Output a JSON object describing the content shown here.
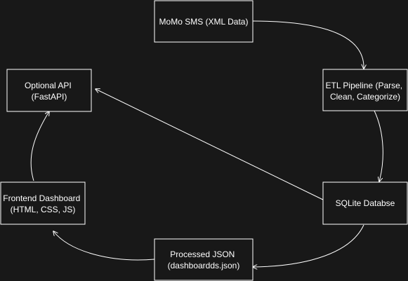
{
  "diagram": {
    "background": "#181818",
    "stroke_color": "#ffffff",
    "text_color": "#ffffff",
    "nodes": {
      "momo_sms": {
        "lines": [
          "MoMo SMS (XML Data)"
        ]
      },
      "etl_pipeline": {
        "lines": [
          "ETL Pipeline (Parse,",
          "Clean, Categorize)"
        ]
      },
      "sqlite": {
        "lines": [
          "SQLite Databse"
        ]
      },
      "processed_json": {
        "lines": [
          "Processed JSON",
          "(dashboardds.json)"
        ]
      },
      "frontend": {
        "lines": [
          "Frontend Dashboard",
          "(HTML, CSS, JS)"
        ]
      },
      "optional_api": {
        "lines": [
          "Optional API",
          "(FastAPI)"
        ]
      }
    },
    "edges": [
      {
        "from": "momo_sms",
        "to": "etl_pipeline"
      },
      {
        "from": "etl_pipeline",
        "to": "sqlite"
      },
      {
        "from": "sqlite",
        "to": "processed_json"
      },
      {
        "from": "processed_json",
        "to": "frontend"
      },
      {
        "from": "frontend",
        "to": "optional_api"
      },
      {
        "from": "sqlite",
        "to": "optional_api"
      }
    ]
  }
}
